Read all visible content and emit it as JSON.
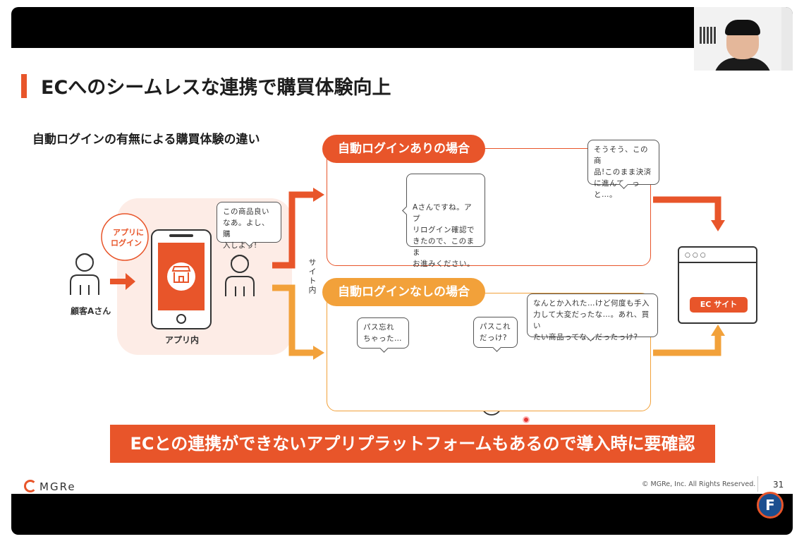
{
  "slide": {
    "title": "ECへのシームレスな連携で購買体験向上",
    "subtitle": "自動ログインの有無による購買体験の違い",
    "customer_label": "顧客Aさん",
    "app_login_label_1": "アプリに",
    "app_login_label_2": "ログイン",
    "app_inside_label": "アプリ内",
    "customer_thought_1": "この商品良い",
    "customer_thought_2": "なあ。よし、購",
    "customer_thought_3": "入しよう!",
    "site_inside_label": "サイト内",
    "case_with": {
      "label": "自動ログインありの場合",
      "staff_line_1": "Aさんですね。アプ",
      "staff_line_2": "リログイン確認で",
      "staff_line_3": "きたので、このまま",
      "staff_line_4": "お進みください。",
      "customer_line_1": "そうそう、この商",
      "customer_line_2": "品!このまま決済",
      "customer_line_3": "に進んで、っと…。"
    },
    "case_without": {
      "label": "自動ログインなしの場合",
      "forgot_line_1": "パス忘れ",
      "forgot_line_2": "ちゃった…",
      "which_line_1": "パスこれ",
      "which_line_2": "だっけ?",
      "tired_line_1": "なんとか入れた…けど何度も手入",
      "tired_line_2": "力して大変だったな…。あれ、買い",
      "tired_line_3": "たい商品ってなんだったっけ?"
    },
    "ec_site_label": "EC サイト",
    "banner": "ECとの連携ができないアプリプラットフォームもあるので導入時に要確認",
    "brand": "MGRe",
    "copyright": "© MGRe, Inc. All Rights Reserved.",
    "page_number": "31"
  },
  "colors": {
    "accent": "#e8552a",
    "accent_light": "#f2a13a",
    "app_zone": "#fdece6"
  }
}
